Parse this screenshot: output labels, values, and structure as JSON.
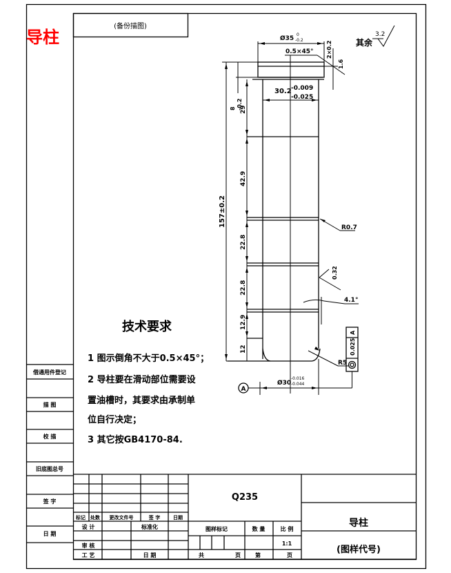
{
  "corner_title": "导柱",
  "top_label": "(备份描图)",
  "surface_finish": {
    "prefix": "其余",
    "value": "3.2"
  },
  "drawing": {
    "head_diameter": "Ø35",
    "head_diameter_tol_upper": "0",
    "head_diameter_tol_lower": "-0.2",
    "chamfer_note": "0.5×45°",
    "chamfer_side": "2×0.2",
    "head_height": "1.6",
    "shaft_diameter": "30.2",
    "shaft_tol_upper": "-0.009",
    "shaft_tol_lower": "-0.025",
    "head_length": "8",
    "head_length_tol": "-0.2",
    "dims_vertical": [
      "29",
      "42.9",
      "22.8",
      "22.8",
      "12.9",
      "12"
    ],
    "total_length": "157±0.2",
    "groove_radius": "R0.7",
    "roughness_groove": "0.32",
    "taper_angle": "4.1°",
    "end_radius": "R5",
    "bottom_diameter": "Ø30",
    "bottom_tol_upper": "-0.016",
    "bottom_tol_lower": "-0.044",
    "datum": "A",
    "tolerance_frame": {
      "symbol": "◎",
      "value": "0.025",
      "datum": "A"
    }
  },
  "tech_requirements": {
    "title": "技术要求",
    "lines": [
      "1 图示倒角不大于0.5×45°；",
      "2 导柱要在滑动部位需要设",
      "置油槽时，其要求由承制单",
      "位自行决定；",
      "3 其它按GB4170-84."
    ]
  },
  "left_strip": {
    "labels": [
      "借通用件登记",
      "描 图",
      "校 描",
      "旧底图总号",
      "签 字",
      "日 期"
    ]
  },
  "title_block": {
    "rev_headers": [
      "标记",
      "处数",
      "更改文件号",
      "签 字",
      "日期"
    ],
    "design": "设 计",
    "standardize": "标准化",
    "review": "审 核",
    "process": "工 艺",
    "date": "日 期",
    "material": "Q235",
    "stage_mark": "图样标记",
    "quantity": "数 量",
    "scale_label": "比 例",
    "scale_value": "1:1",
    "total_pages": "共",
    "page_unit": "页",
    "page_no": "第",
    "part_name": "导柱",
    "drawing_code": "(图样代号)"
  }
}
